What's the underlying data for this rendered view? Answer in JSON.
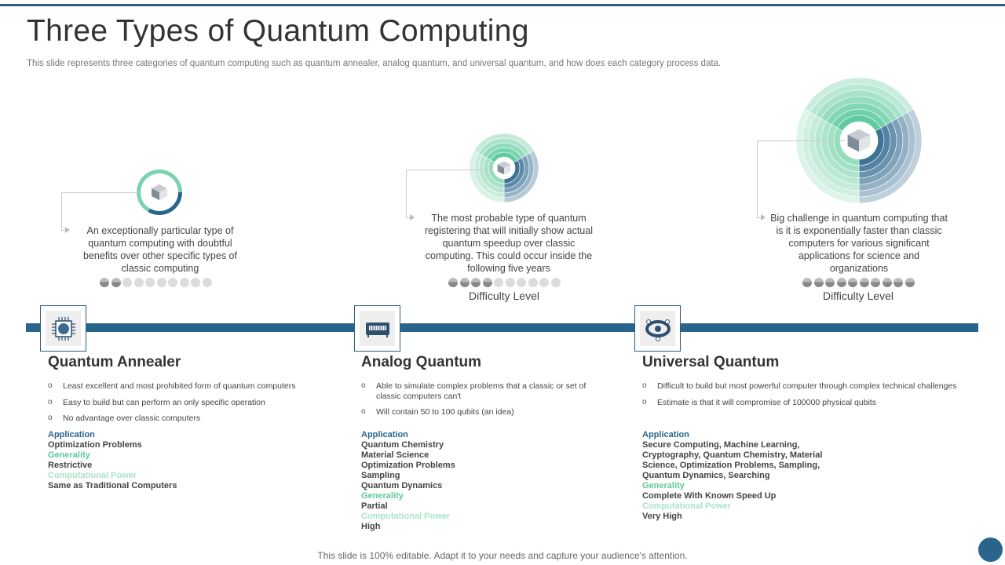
{
  "title": "Three Types of Quantum Computing",
  "subtitle": "This slide represents three categories of quantum computing such as quantum annealer, analog quantum, and universal quantum, and how does each category process data.",
  "colors": {
    "primary": "#28648c",
    "green": "#5ec99a",
    "light_green": "#a9e3ca"
  },
  "difficulty_label": "Difficulty Level",
  "types": [
    {
      "name": "Quantum Annealer",
      "icon": "chip-icon",
      "difficulty": 2,
      "difficulty_max": 10,
      "description": "An exceptionally particular type of quantum computing with doubtful benefits over other specific types of classic computing",
      "bullets": [
        "Least excellent and most prohibited form of quantum computers",
        "Easy to build but can perform an only specific operation",
        "No advantage over classic computers"
      ],
      "application_label": "Application",
      "application": "Optimization Problems",
      "generality_label": "Generality",
      "generality": "Restrictive",
      "power_label": "Computational Power",
      "power": "Same as Traditional Computers"
    },
    {
      "name": "Analog Quantum",
      "icon": "device-icon",
      "difficulty": 4,
      "difficulty_max": 10,
      "description": "The most probable type of quantum registering that will initially show actual quantum speedup over classic computing. This could occur inside the following five years",
      "bullets": [
        "Able to simulate complex problems that a classic or set of classic computers can't",
        "Will contain 50 to 100 qubits (an idea)"
      ],
      "application_label": "Application",
      "application": "Quantum Chemistry\nMaterial Science\nOptimization Problems\nSampling\nQuantum Dynamics",
      "generality_label": "Generality",
      "generality": "Partial",
      "power_label": "Computational Power",
      "power": "High"
    },
    {
      "name": "Universal Quantum",
      "icon": "atom-icon",
      "difficulty": 10,
      "difficulty_max": 10,
      "description": "Big challenge in quantum computing that is it is exponentially faster than classic computers for various significant applications for science and organizations",
      "bullets": [
        "Difficult to build but most powerful computer through complex technical challenges",
        "Estimate is that it will compromise of 100000 physical qubits"
      ],
      "application_label": "Application",
      "application": "Secure Computing, Machine Learning, Cryptography, Quantum Chemistry, Material Science, Optimization Problems, Sampling, Quantum Dynamics, Searching",
      "generality_label": "Generality",
      "generality": "Complete With Known Speed Up",
      "power_label": "Computational Power",
      "power": "Very High"
    }
  ],
  "footer": "This slide is 100% editable. Adapt it to your needs and capture your audience's attention."
}
